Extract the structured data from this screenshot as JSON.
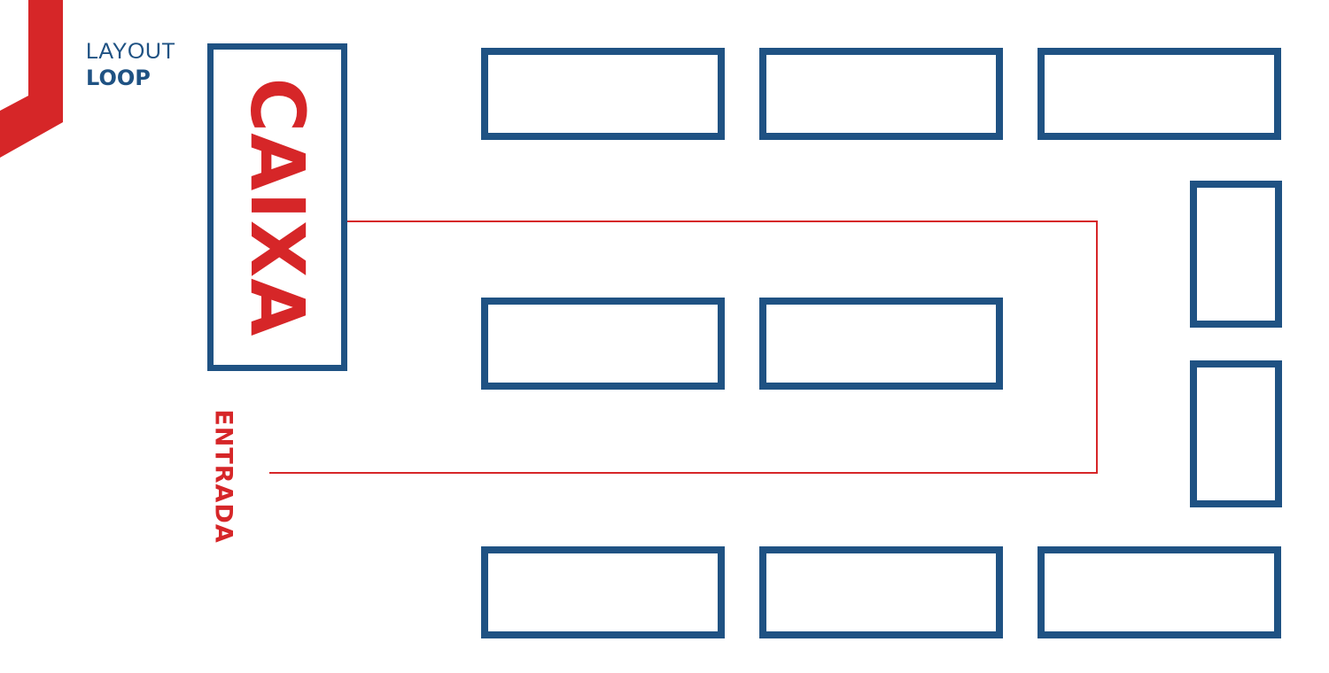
{
  "header": {
    "title_line1": "LAYOUT",
    "title_line2": "LOOP"
  },
  "labels": {
    "checkout": "CAIXA",
    "entrance": "ENTRADA"
  },
  "colors": {
    "shelf_border": "#1f5283",
    "accent_red": "#d62628",
    "background": "#ffffff"
  },
  "shelves": {
    "top_row_count": 3,
    "middle_row_count": 2,
    "right_column_count": 2,
    "bottom_row_count": 3
  },
  "path": {
    "description": "Red loop line from ENTRADA around middle shelves to CAIXA"
  }
}
